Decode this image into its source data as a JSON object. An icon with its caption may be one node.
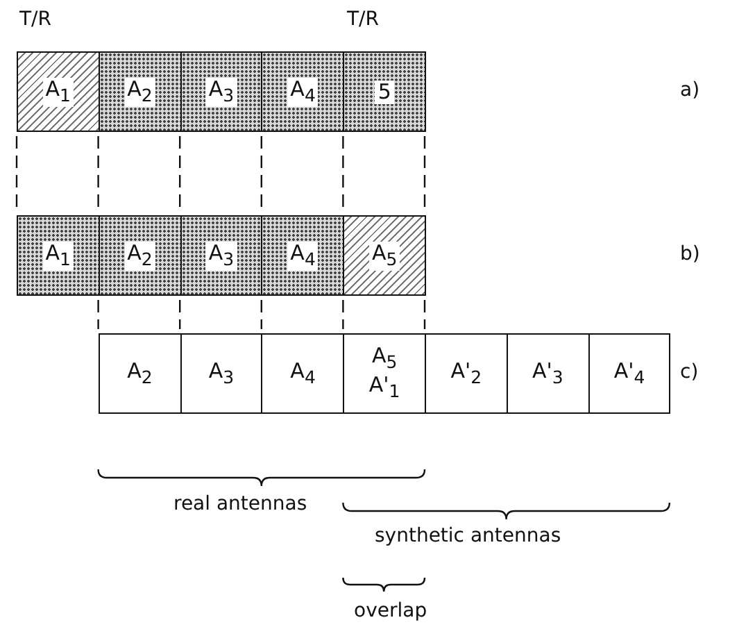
{
  "diagram": {
    "nodes": [
      {
        "text": [
          "A$_{1}$"
        ]
      },
      {
        "text": [
          "A$_{2}$"
        ]
      },
      {
        "text": [
          "A$_{3}$"
        ]
      },
      {
        "text": [
          "A$_{4}$"
        ]
      },
      {
        "text": [
          "5"
        ]
      },
      {
        "text": [
          "A$_{1}$"
        ]
      },
      {
        "text": [
          "A$_{2}$"
        ]
      },
      {
        "text": [
          "A$_{3}$"
        ]
      },
      {
        "text": [
          "A$_{4}$"
        ]
      },
      {
        "text": [
          "A$_{5}$"
        ]
      },
      {
        "text": [
          "A$_{2}$"
        ]
      },
      {
        "text": [
          "A$_{3}$"
        ]
      },
      {
        "text": [
          "A$_{4}$"
        ]
      },
      {
        "text": [
          "A$_{5}$",
          "A'$_{1}$"
        ]
      },
      {
        "text": [
          "A'$_{2}$"
        ]
      },
      {
        "text": [
          "A'$_{3}$"
        ]
      },
      {
        "text": [
          "A'$_{4}$"
        ]
      }
    ],
    "labels": [
      "T/R",
      "T/R",
      "a)",
      "b)",
      "c)",
      "real antennas",
      "synthetic antennas",
      "overlap"
    ]
  }
}
